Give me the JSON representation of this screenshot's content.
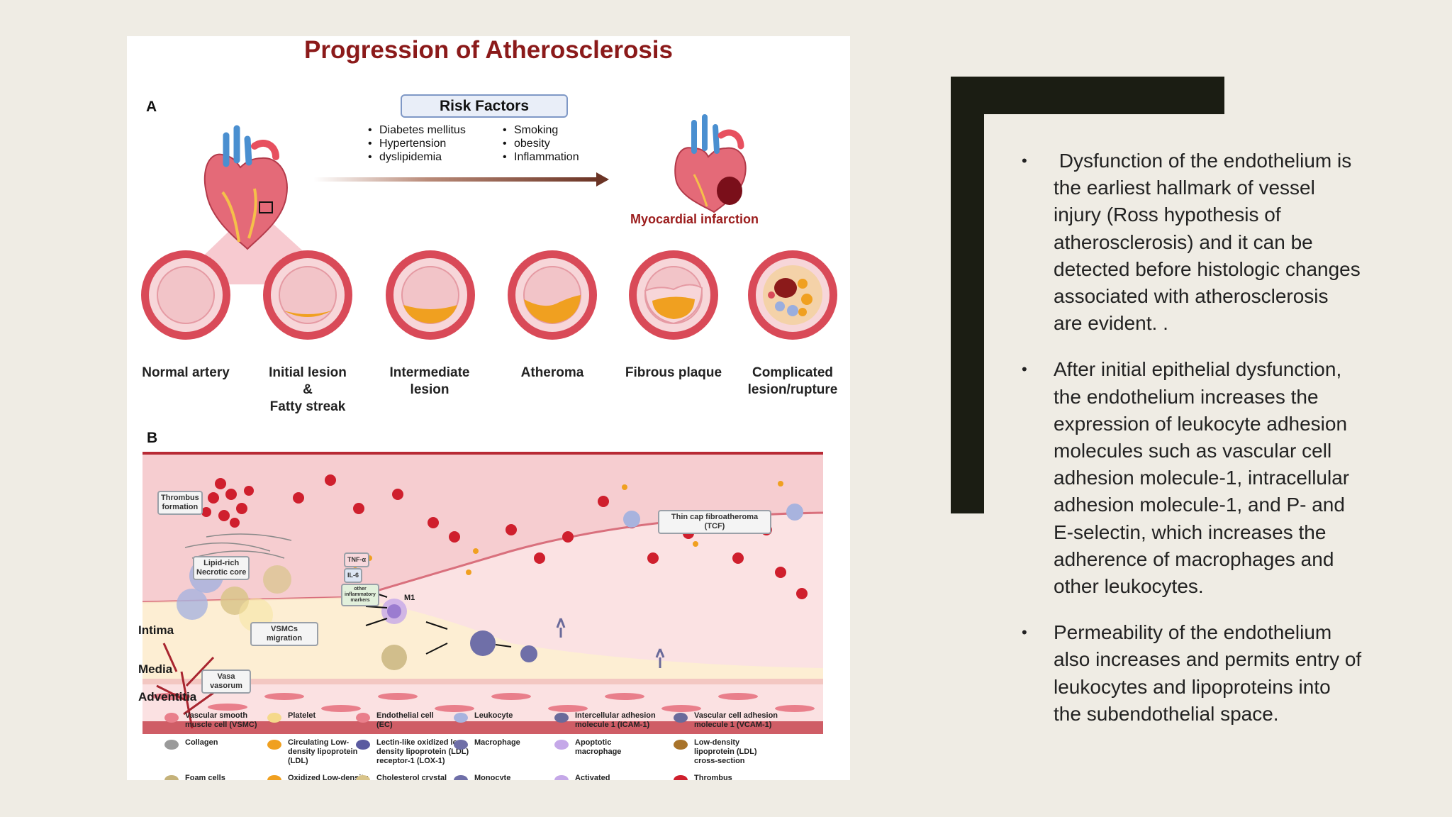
{
  "figure": {
    "title": "Progression of Atherosclerosis",
    "panel_a_label": "A",
    "panel_b_label": "B",
    "risk_factors": {
      "title": "Risk Factors",
      "left": [
        "Diabetes mellitus",
        "Hypertension",
        "dyslipidemia"
      ],
      "right": [
        "Smoking",
        "obesity",
        "Inflammation"
      ]
    },
    "myocardial_label": "Myocardial infarction",
    "stages": [
      {
        "line1": "Normal artery",
        "line2": "",
        "line3": ""
      },
      {
        "line1": "Initial lesion",
        "line2": "&",
        "line3": "Fatty streak"
      },
      {
        "line1": "Intermediate",
        "line2": "lesion",
        "line3": ""
      },
      {
        "line1": "Atheroma",
        "line2": "",
        "line3": ""
      },
      {
        "line1": "Fibrous plaque",
        "line2": "",
        "line3": ""
      },
      {
        "line1": "Complicated",
        "line2": "lesion/rupture",
        "line3": ""
      }
    ],
    "vessel_layers": {
      "intima": "Intima",
      "media": "Media",
      "adventitia": "Adventitia"
    },
    "callouts": {
      "thrombus_1": "Thrombus",
      "thrombus_2": "formation",
      "lipid_1": "Lipid-rich",
      "lipid_2": "Necrotic core",
      "vsmc_1": "VSMCs",
      "vsmc_2": "migration",
      "vasa_1": "Vasa",
      "vasa_2": "vasorum",
      "tcf_1": "Thin cap fibroatheroma",
      "tcf_2": "(TCF)",
      "tnf": "TNF-α",
      "il6": "IL-6",
      "other_1": "other",
      "other_2": "inflammatory",
      "other_3": "markers",
      "m1": "M1"
    },
    "legend": [
      {
        "l1": "Vascular smooth",
        "l2": "muscle cell (VSMC)",
        "l3": ""
      },
      {
        "l1": "Platelet",
        "l2": "",
        "l3": ""
      },
      {
        "l1": "Endothelial cell",
        "l2": "(EC)",
        "l3": ""
      },
      {
        "l1": "Leukocyte",
        "l2": "",
        "l3": ""
      },
      {
        "l1": "Intercellular adhesion",
        "l2": "molecule 1 (ICAM-1)",
        "l3": ""
      },
      {
        "l1": "Vascular cell adhesion",
        "l2": "molecule 1 (VCAM-1)",
        "l3": ""
      },
      {
        "l1": "Collagen",
        "l2": "",
        "l3": ""
      },
      {
        "l1": "Circulating Low-",
        "l2": "density lipoprotein",
        "l3": "(LDL)"
      },
      {
        "l1": "Lectin-like oxidized low-",
        "l2": "density lipoprotein (LDL)",
        "l3": "receptor-1 (LOX-1)"
      },
      {
        "l1": "Macrophage",
        "l2": "",
        "l3": ""
      },
      {
        "l1": "Apoptotic",
        "l2": "macrophage",
        "l3": ""
      },
      {
        "l1": "Low-density",
        "l2": "lipoprotein (LDL)",
        "l3": "cross-section"
      },
      {
        "l1": "Foam cells",
        "l2": "",
        "l3": ""
      },
      {
        "l1": "Oxidized Low-density",
        "l2": "",
        "l3": ""
      },
      {
        "l1": "Cholesterol crystal",
        "l2": "",
        "l3": ""
      },
      {
        "l1": "Monocyte",
        "l2": "",
        "l3": ""
      },
      {
        "l1": "Activated",
        "l2": "",
        "l3": ""
      },
      {
        "l1": "Thrombus",
        "l2": "",
        "l3": ""
      }
    ]
  },
  "text_panel": {
    "bullet_char": "•",
    "bullets": [
      " Dysfunction of the endothelium is the earliest hallmark of vessel injury (Ross hypothesis of atherosclerosis) and it can be detected before histologic changes associated with atherosclerosis are evident. .",
      "After initial epithelial dysfunction, the endothelium increases the expression of leukocyte adhesion molecules such as vascular cell adhesion molecule-1, intracellular adhesion molecule-1, and P- and E-selectin, which increases the adherence of macrophages and other leukocytes.",
      "Permeability of the endothelium also increases and permits entry of leukocytes and lipoproteins into the subendothelial space."
    ]
  },
  "colors": {
    "background": "#efece4",
    "title_red": "#8b1a1a",
    "artery_wall": "#d94a58",
    "lumen": "#f2c4c8",
    "plaque": "#f0a020",
    "bracket": "#1b1d13"
  }
}
